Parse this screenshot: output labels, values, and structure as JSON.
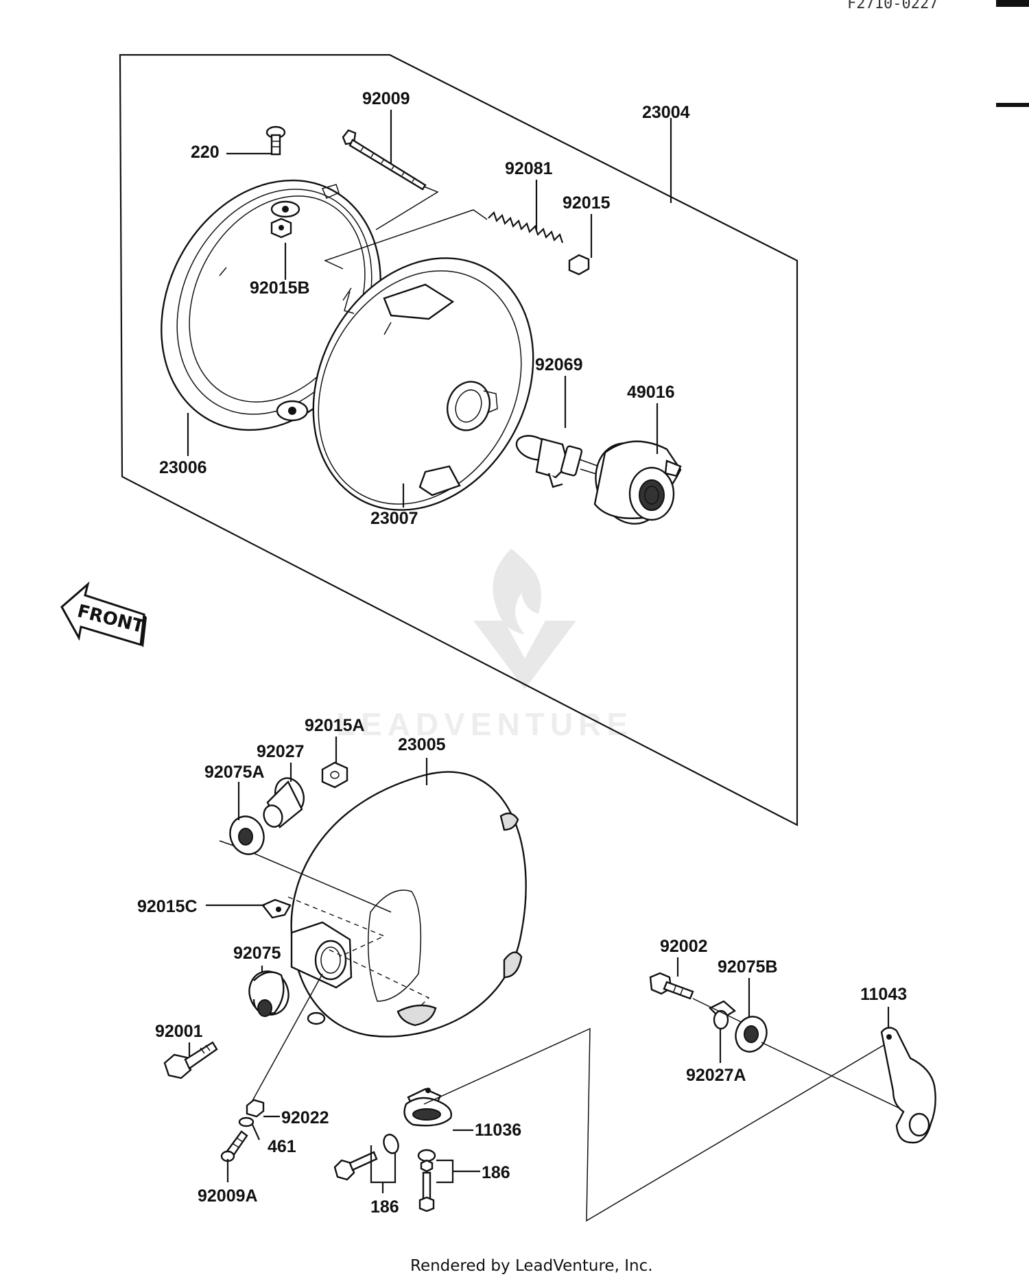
{
  "drawing_code": "F2710-0227",
  "front_label": "FRONT",
  "watermark": "LEADVENTURE",
  "footer": "Rendered by LeadVenture, Inc.",
  "labels": {
    "p92009": "92009",
    "p23004": "23004",
    "p220": "220",
    "p92081": "92081",
    "p92015": "92015",
    "p92015B": "92015B",
    "p92069": "92069",
    "p49016": "49016",
    "p23006": "23006",
    "p23007": "23007",
    "p92015A": "92015A",
    "p23005": "23005",
    "p92027": "92027",
    "p92075A": "92075A",
    "p92015C": "92015C",
    "p92075": "92075",
    "p92001": "92001",
    "p92022": "92022",
    "p461": "461",
    "p92009A": "92009A",
    "p11036": "11036",
    "p186a": "186",
    "p186b": "186",
    "p92002": "92002",
    "p92075B": "92075B",
    "p11043": "11043",
    "p92027A": "92027A"
  }
}
